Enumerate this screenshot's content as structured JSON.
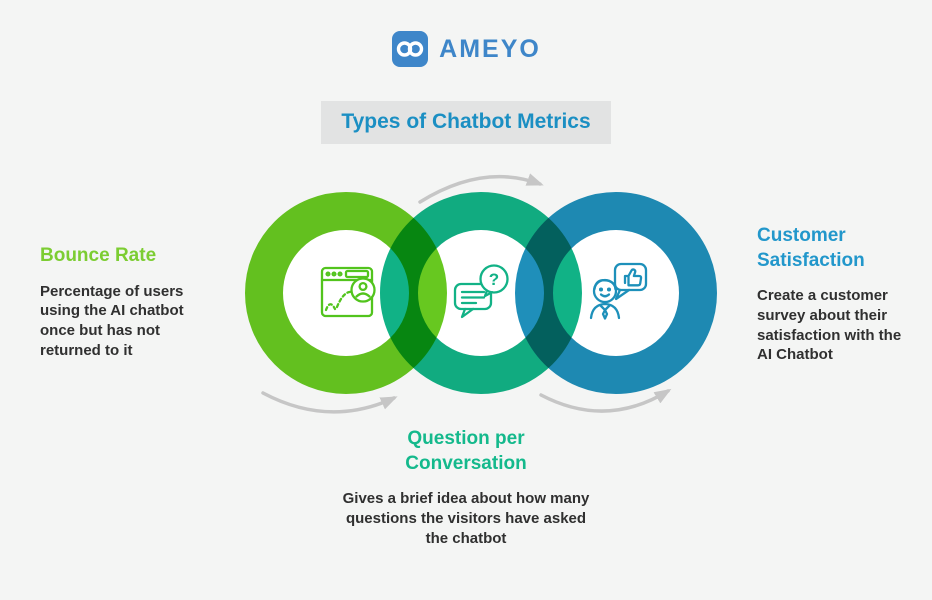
{
  "page": {
    "background": "#f4f5f4"
  },
  "logo": {
    "brand": "AMEYO",
    "brand_color": "#3e86c9",
    "mark": "infinity-icon",
    "mark_background": "#3e86c9"
  },
  "title": {
    "text": "Types of Chatbot Metrics",
    "color": "#1b8fc3",
    "background": "#e2e3e3"
  },
  "arrows": {
    "color": "#c6c6c6",
    "shape": "cycle-arrow",
    "count": 3
  },
  "metrics": [
    {
      "id": "bounce-rate",
      "heading": "Bounce Rate",
      "heading_color": "#7ccd32",
      "ring_color": "#67c820",
      "icon": "browser-bounce-icon",
      "description": "Percentage of users using the AI chatbot once but has not returned to it"
    },
    {
      "id": "question-per-conversation",
      "heading": "Question per Conversation",
      "heading_color": "#14b98c",
      "ring_color": "#11b286",
      "icon": "chat-question-icon",
      "description": "Gives a brief idea about how many questions the visitors have asked the chatbot"
    },
    {
      "id": "customer-satisfaction",
      "heading": "Customer Satisfaction",
      "heading_color": "#2297cb",
      "ring_color": "#1f8fba",
      "icon": "customer-thumbs-up-icon",
      "description": "Create a customer survey about their satisfaction with the AI Chatbot"
    }
  ]
}
